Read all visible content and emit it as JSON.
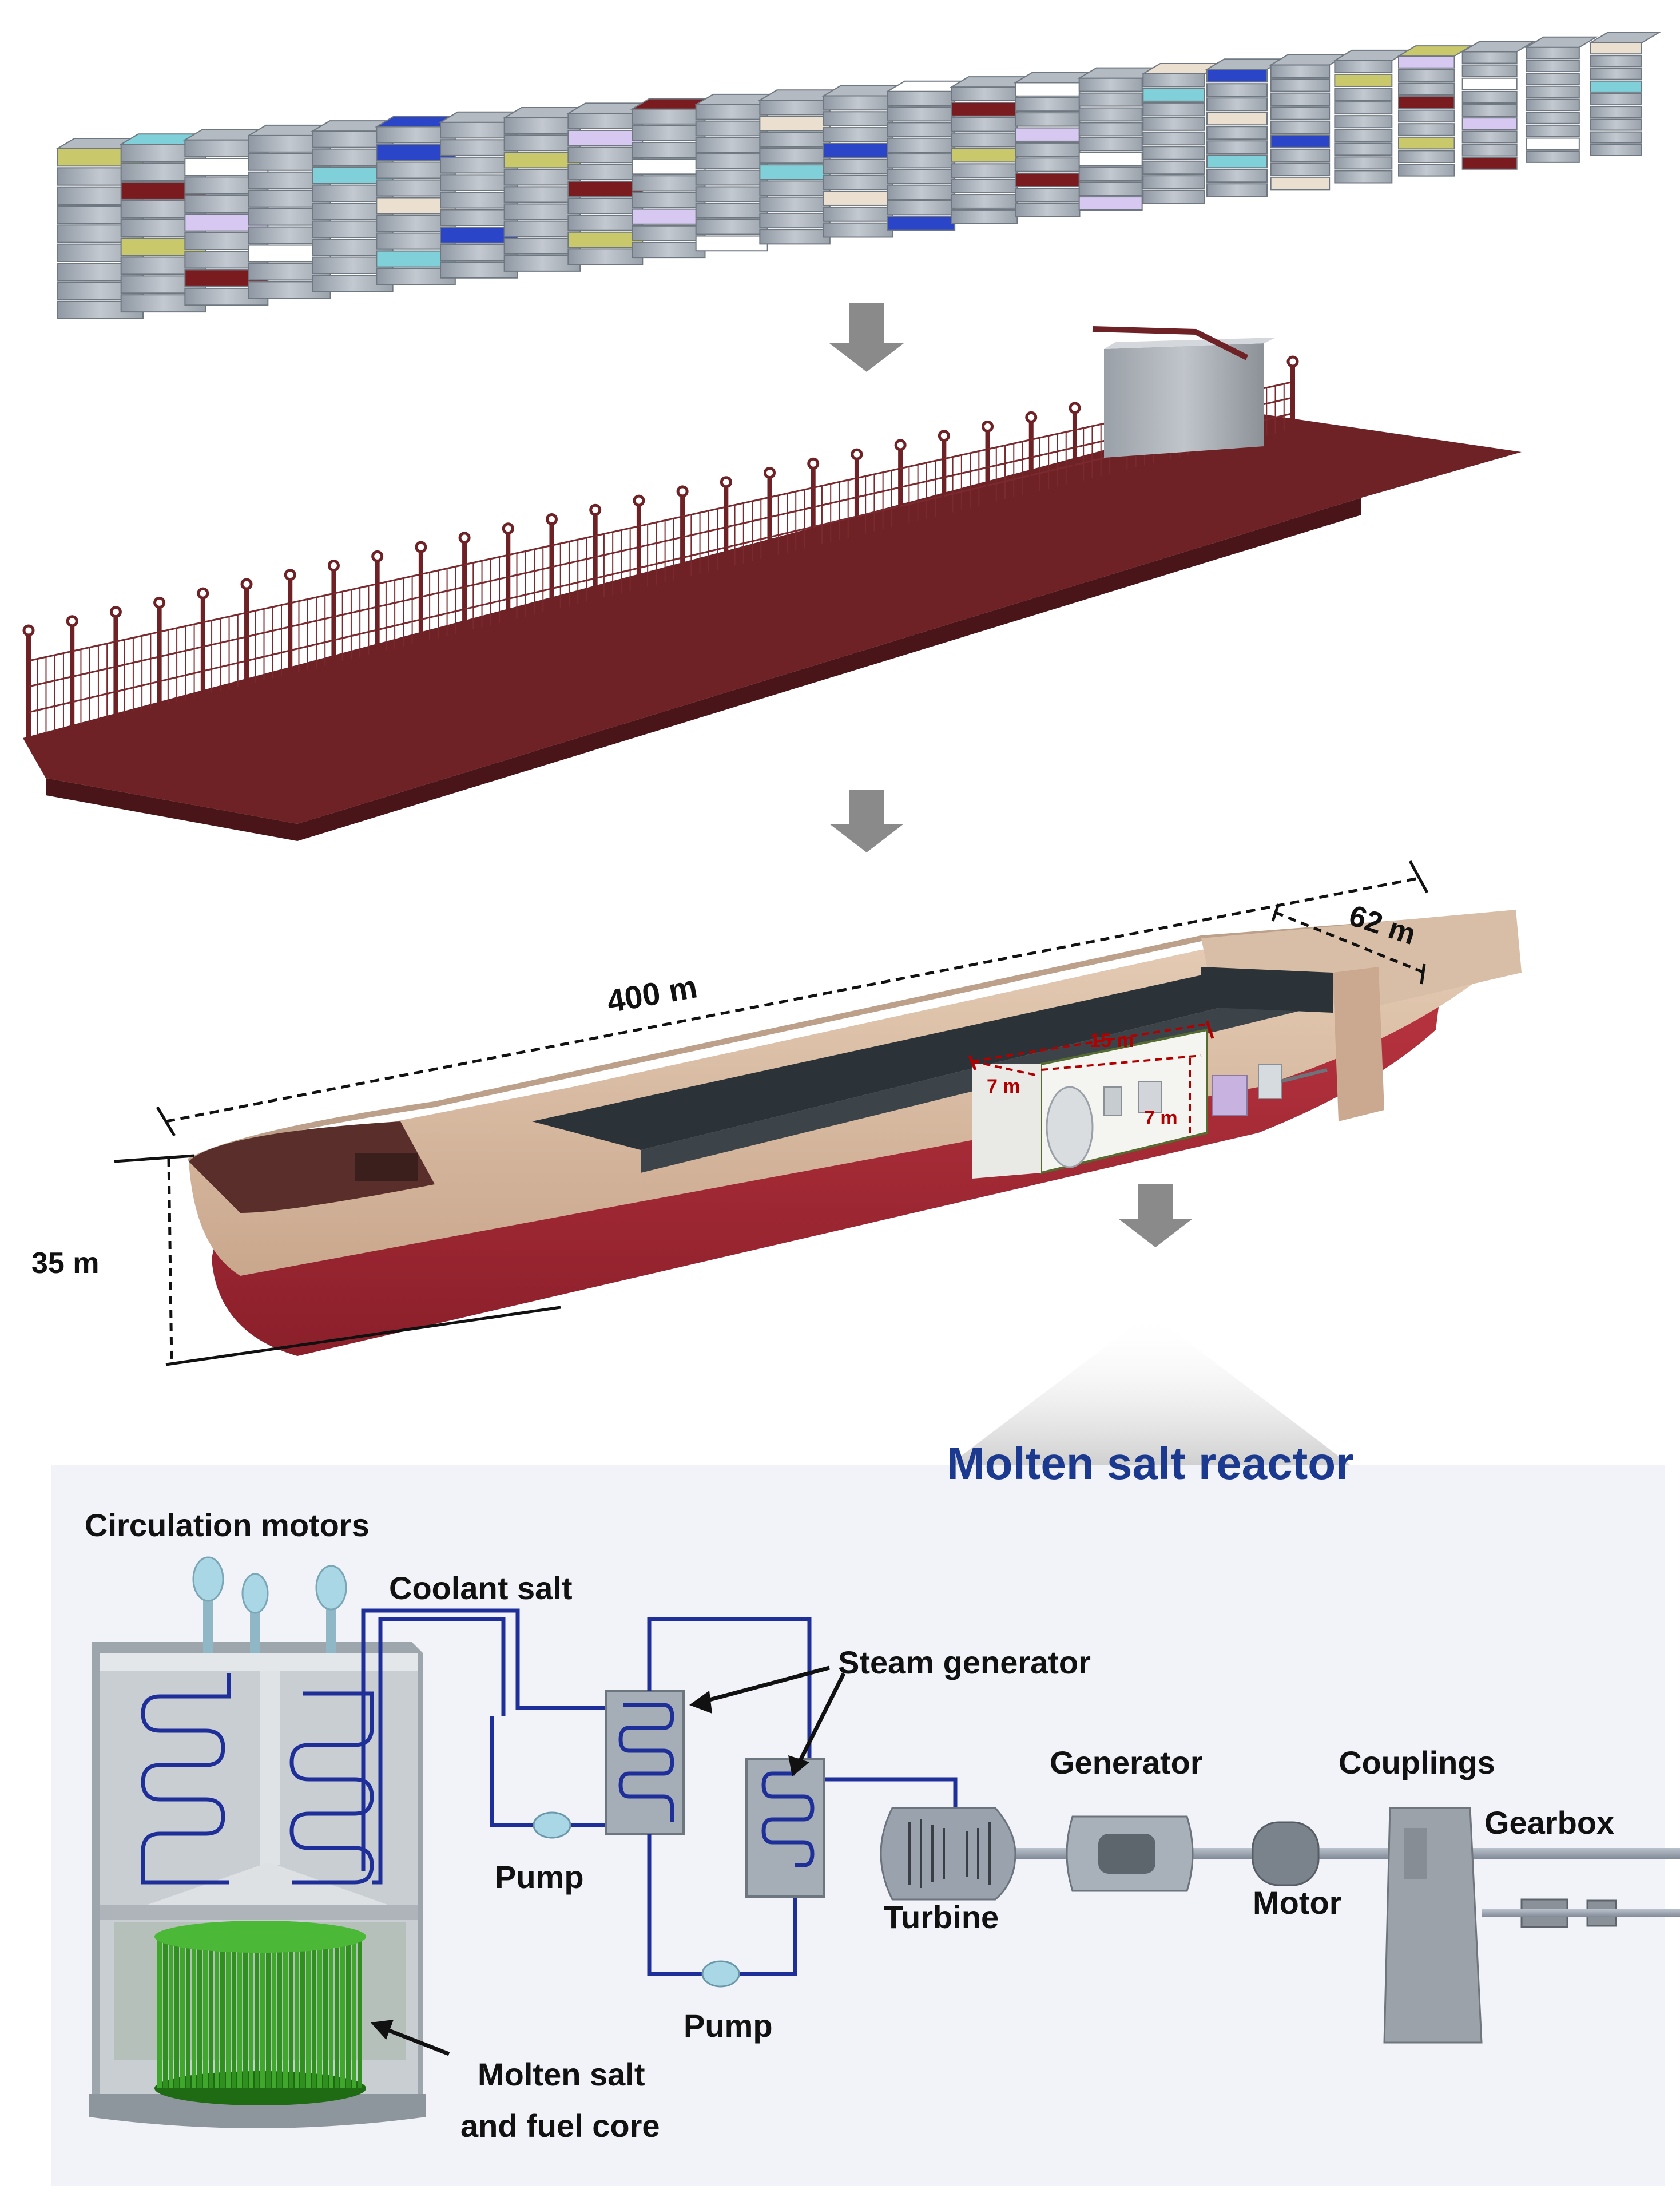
{
  "stages": {
    "containers": "Container stacks",
    "racks": "Cargo rack deck",
    "ship": "Container ship hull"
  },
  "ship_dimensions": {
    "length": "400 m",
    "beam": "62 m",
    "height": "35 m",
    "compartment_length": "15 m",
    "compartment_width": "7 m",
    "compartment_height": "7 m"
  },
  "reactor": {
    "title": "Molten salt reactor",
    "labels": {
      "circulation_motors": "Circulation motors",
      "coolant_salt": "Coolant salt",
      "steam_generator": "Steam generator",
      "pump_1": "Pump",
      "pump_2": "Pump",
      "turbine": "Turbine",
      "generator": "Generator",
      "couplings": "Couplings",
      "motor": "Motor",
      "gearbox": "Gearbox",
      "core_line1": "Molten salt",
      "core_line2": "and fuel core"
    }
  },
  "colors": {
    "title_blue": "#1b3a8f",
    "pipe_blue": "#1f2f9a",
    "hull_tan": "#d8b9a0",
    "hull_red": "#a82c36",
    "rack_red": "#6e2226",
    "core_green": "#2f8f1f",
    "panel_bg": "#f1f3f8",
    "arrow_gray": "#8a8a8a",
    "dim_red": "#b00000"
  }
}
